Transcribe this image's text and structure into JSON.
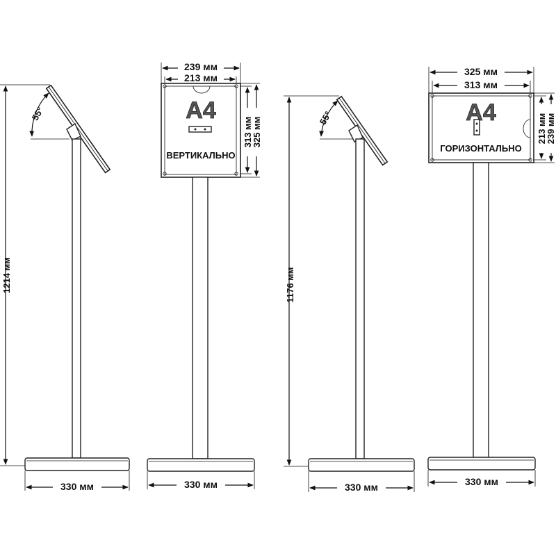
{
  "colors": {
    "line": "#111111",
    "fill": "#ffffff",
    "format_text": "#555555"
  },
  "stand_tilted_vertical": {
    "height_label": "1214 мм",
    "angle_label": "55°",
    "base_width_label": "330 мм"
  },
  "stand_vertical": {
    "outer_width_label": "239 мм",
    "inner_width_label": "213 мм",
    "inner_height_label": "313 мм",
    "outer_height_label": "325 мм",
    "format_label": "A4",
    "orientation_label": "ВЕРТИКАЛЬНО",
    "base_width_label": "330 мм"
  },
  "stand_tilted_horizontal": {
    "height_label": "1176 мм",
    "angle_label": "55°",
    "base_width_label": "330 мм"
  },
  "stand_horizontal": {
    "outer_width_label": "325 мм",
    "inner_width_label": "313 мм",
    "inner_height_label": "213 мм",
    "outer_height_label": "239 мм",
    "format_label": "A4",
    "orientation_label": "ГОРИЗОНТАЛЬНО",
    "base_width_label": "330 мм"
  }
}
